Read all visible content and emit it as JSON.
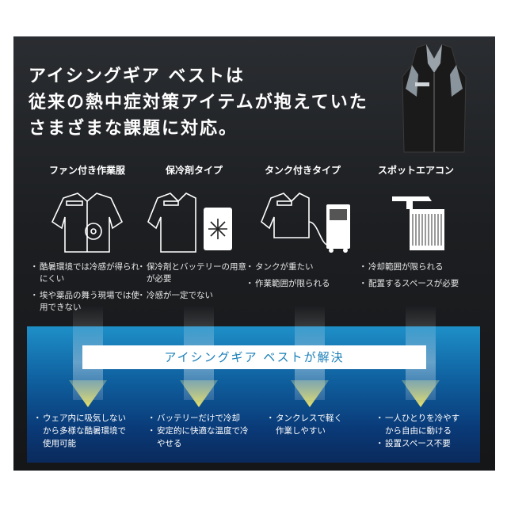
{
  "headline": {
    "line1": "アイシングギア ベストは",
    "line2": "従来の熱中症対策アイテムが抱えていた",
    "line3": "さまざまな課題に対応。"
  },
  "columns": [
    {
      "title": "ファン付き作業服",
      "icon": "fan-jacket-icon",
      "issues": [
        "酷暑環境では冷感が得られにくい",
        "埃や薬品の舞う現場では使用できない"
      ]
    },
    {
      "title": "保冷剤タイプ",
      "icon": "ice-pack-icon",
      "issues": [
        "保冷剤とバッテリーの用意が必要",
        "冷感が一定でない"
      ]
    },
    {
      "title": "タンク付きタイプ",
      "icon": "tank-unit-icon",
      "issues": [
        "タンクが重たい",
        "作業範囲が限られる"
      ]
    },
    {
      "title": "スポットエアコン",
      "icon": "spot-aircon-icon",
      "issues": [
        "冷却範囲が限られる",
        "配置するスペースが必要"
      ]
    }
  ],
  "solution_banner": "アイシングギア ベストが解決",
  "solutions": [
    [
      "ウェア内に吸気しないから多様な酷暑環境で使用可能"
    ],
    [
      "バッテリーだけで冷却",
      "安定的に快適な温度で冷やせる"
    ],
    [
      "タンクレスで軽く作業しやすい"
    ],
    [
      "一人ひとりを冷やすから自由に動ける",
      "設置スペース不要"
    ]
  ],
  "colors": {
    "panel": "#1f2124",
    "banner_text": "#1a7fb8",
    "arrow": "#e8e36a",
    "zone": "#0f5f9e"
  }
}
